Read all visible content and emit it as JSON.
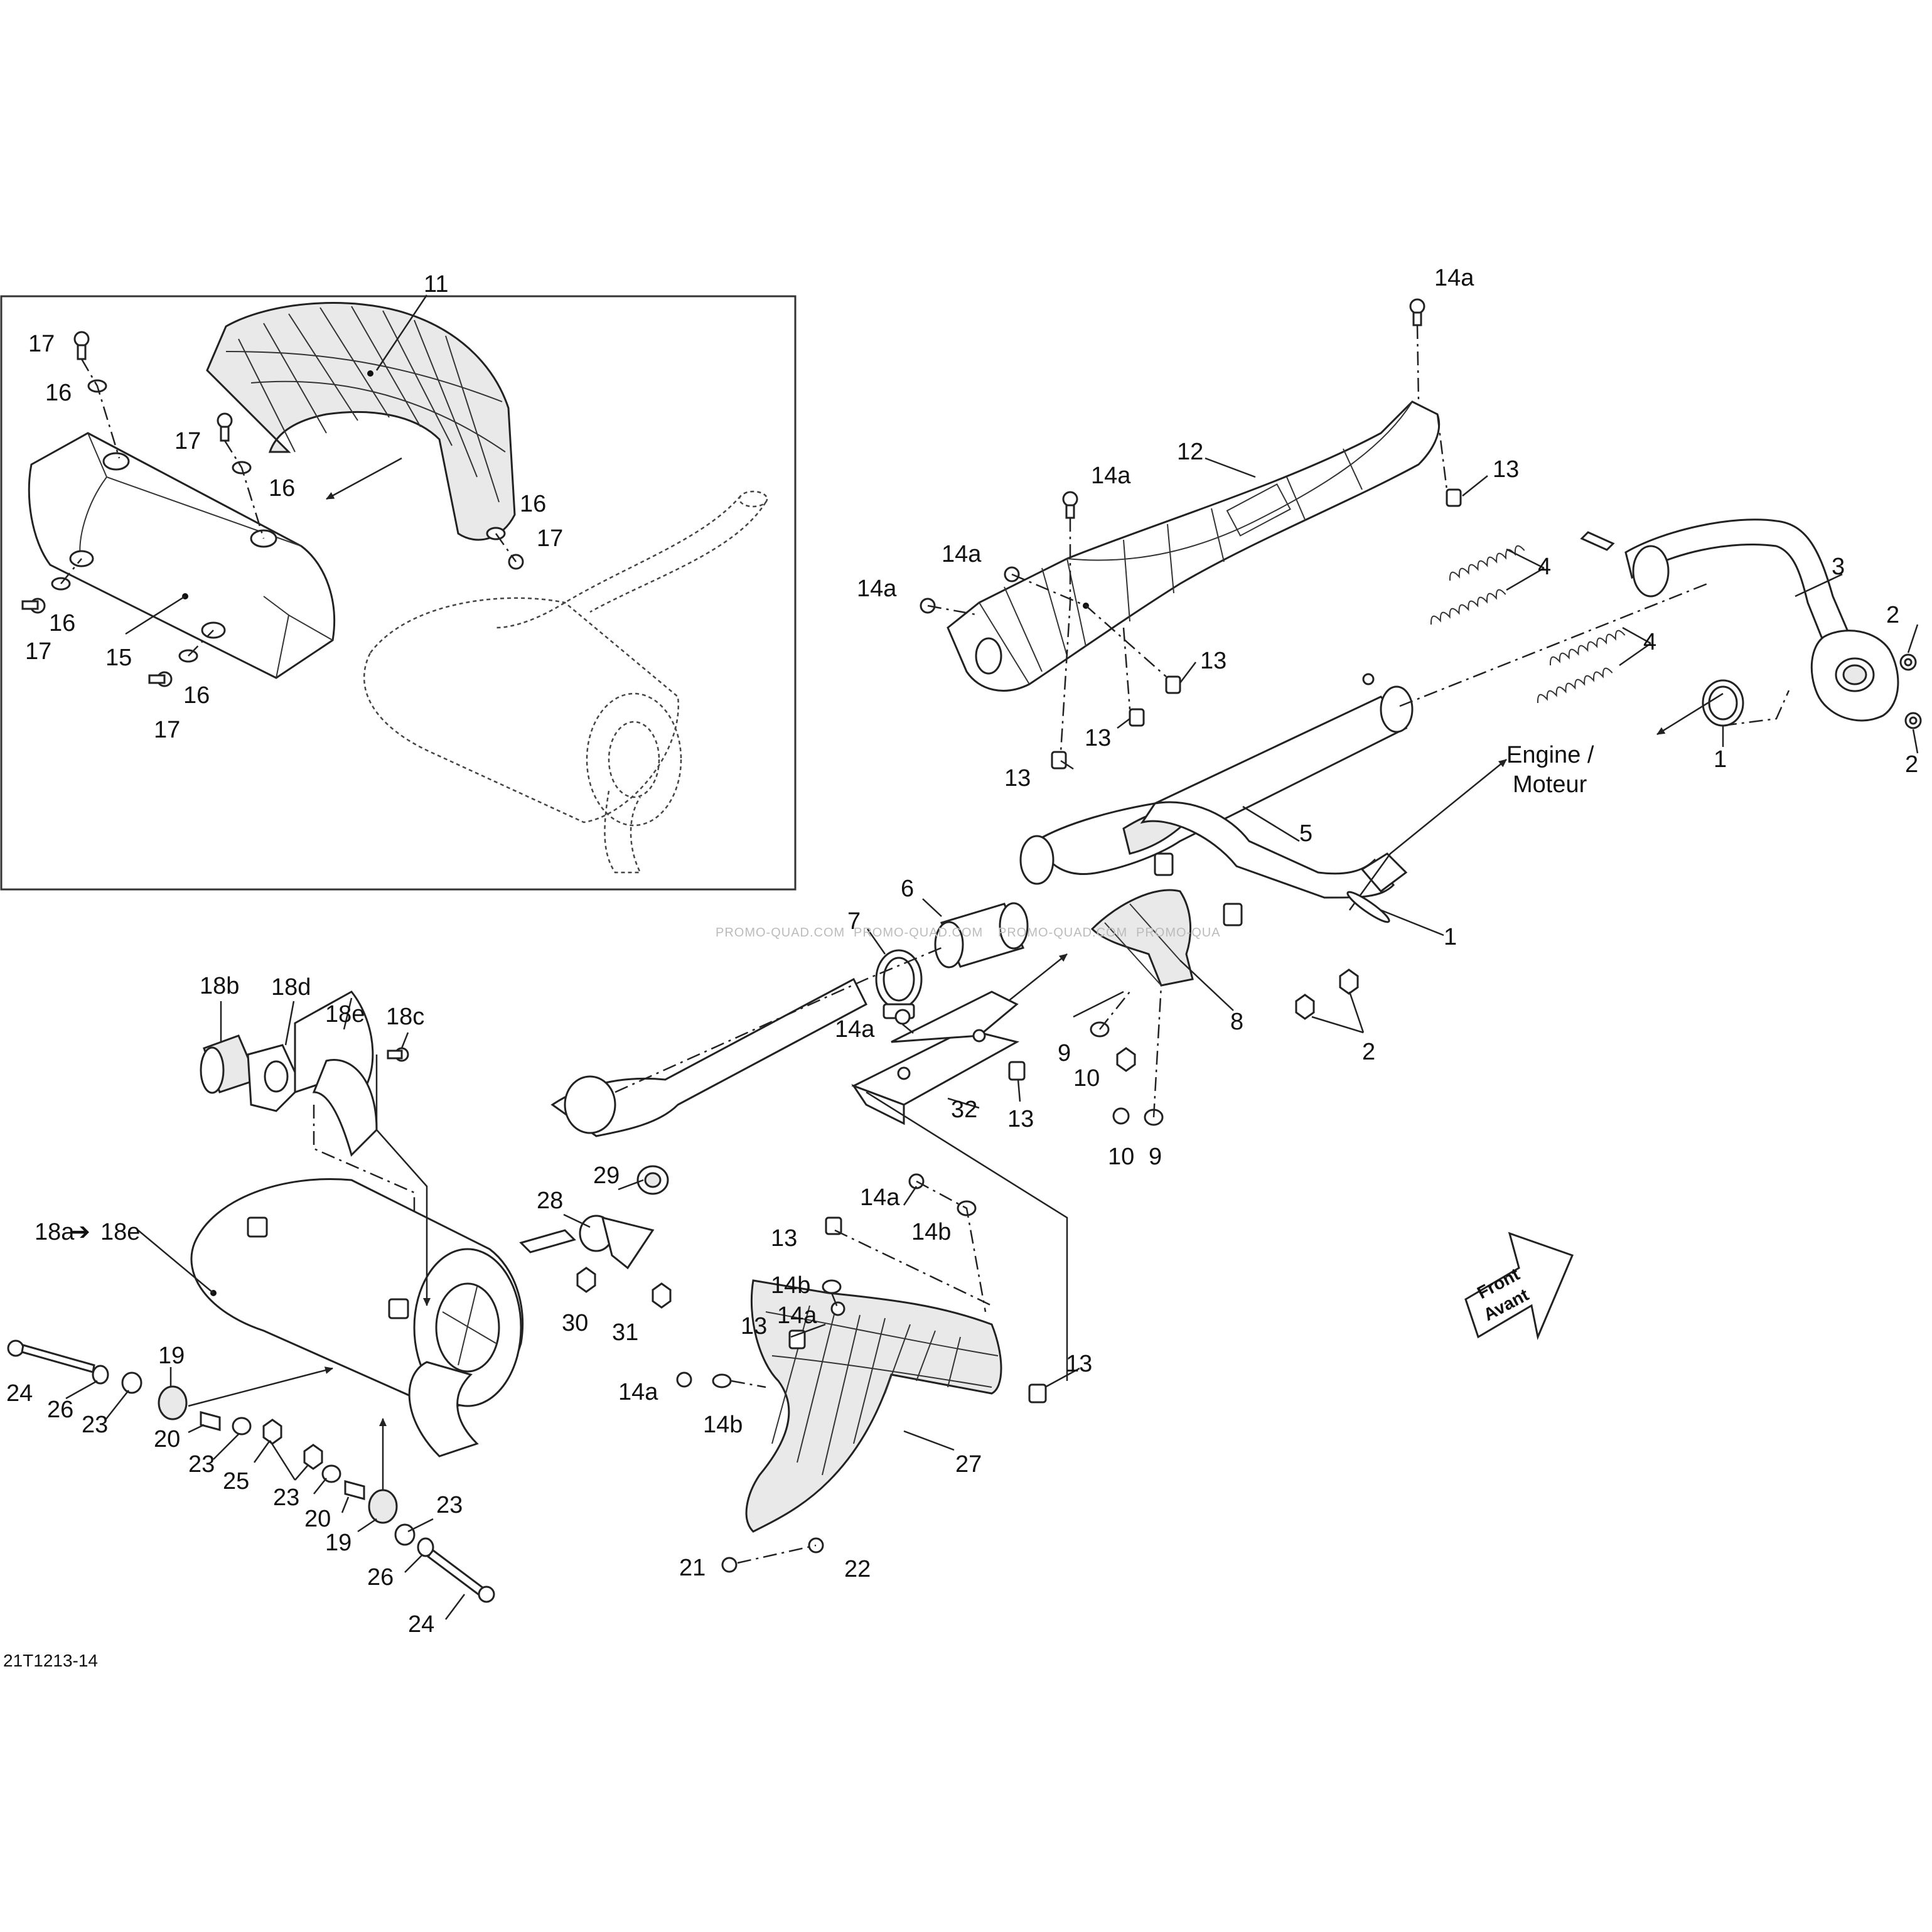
{
  "diagram_code": "21T1213-14",
  "labels": {
    "engine": "Engine /",
    "moteur": "Moteur",
    "front": "Front",
    "avant": "Avant",
    "range_from": "18a",
    "range_to": "18e"
  },
  "watermark": [
    "PROMO-QUAD.COM",
    "PROMO-QUAD.COM",
    "PROMO-QUAD.COM",
    "PROMO-QUA"
  ],
  "callouts": {
    "c11": "11",
    "c17a": "17",
    "c16a": "16",
    "c17b": "17",
    "c16b": "16",
    "c16c": "16",
    "c17c": "17",
    "c16d": "16",
    "c17d": "17",
    "c15": "15",
    "c16e": "16",
    "c17e": "17",
    "c14a_top": "14a",
    "c12": "12",
    "c13a": "13",
    "c14a_b": "14a",
    "c14a_c": "14a",
    "c14a_d": "14a",
    "c13b": "13",
    "c13c": "13",
    "c13d": "13",
    "c4a": "4",
    "c4b": "4",
    "c3": "3",
    "c2a": "2",
    "c2b": "2",
    "c1a": "1",
    "c5": "5",
    "c6": "6",
    "c7": "7",
    "c1b": "1",
    "c2c": "2",
    "c18b": "18b",
    "c18d": "18d",
    "c18e": "18e",
    "c18c": "18c",
    "c14a_e": "14a",
    "c9a": "9",
    "c10a": "10",
    "c8": "8",
    "c32": "32",
    "c13e": "13",
    "c10b": "10",
    "c9b": "9",
    "c29": "29",
    "c28": "28",
    "c30": "30",
    "c31": "31",
    "c14a_f": "14a",
    "c14b_a": "14b",
    "c13f": "13",
    "c14b_b": "14b",
    "c14a_g": "14a",
    "c13g": "13",
    "c13h": "13",
    "c14a_h": "14a",
    "c14b_c": "14b",
    "c27": "27",
    "c21": "21",
    "c22": "22",
    "c24a": "24",
    "c26a": "26",
    "c23a": "23",
    "c19a": "19",
    "c20a": "20",
    "c23b": "23",
    "c25": "25",
    "c23c": "23",
    "c20b": "20",
    "c19b": "19",
    "c23d": "23",
    "c26b": "26",
    "c24b": "24"
  }
}
